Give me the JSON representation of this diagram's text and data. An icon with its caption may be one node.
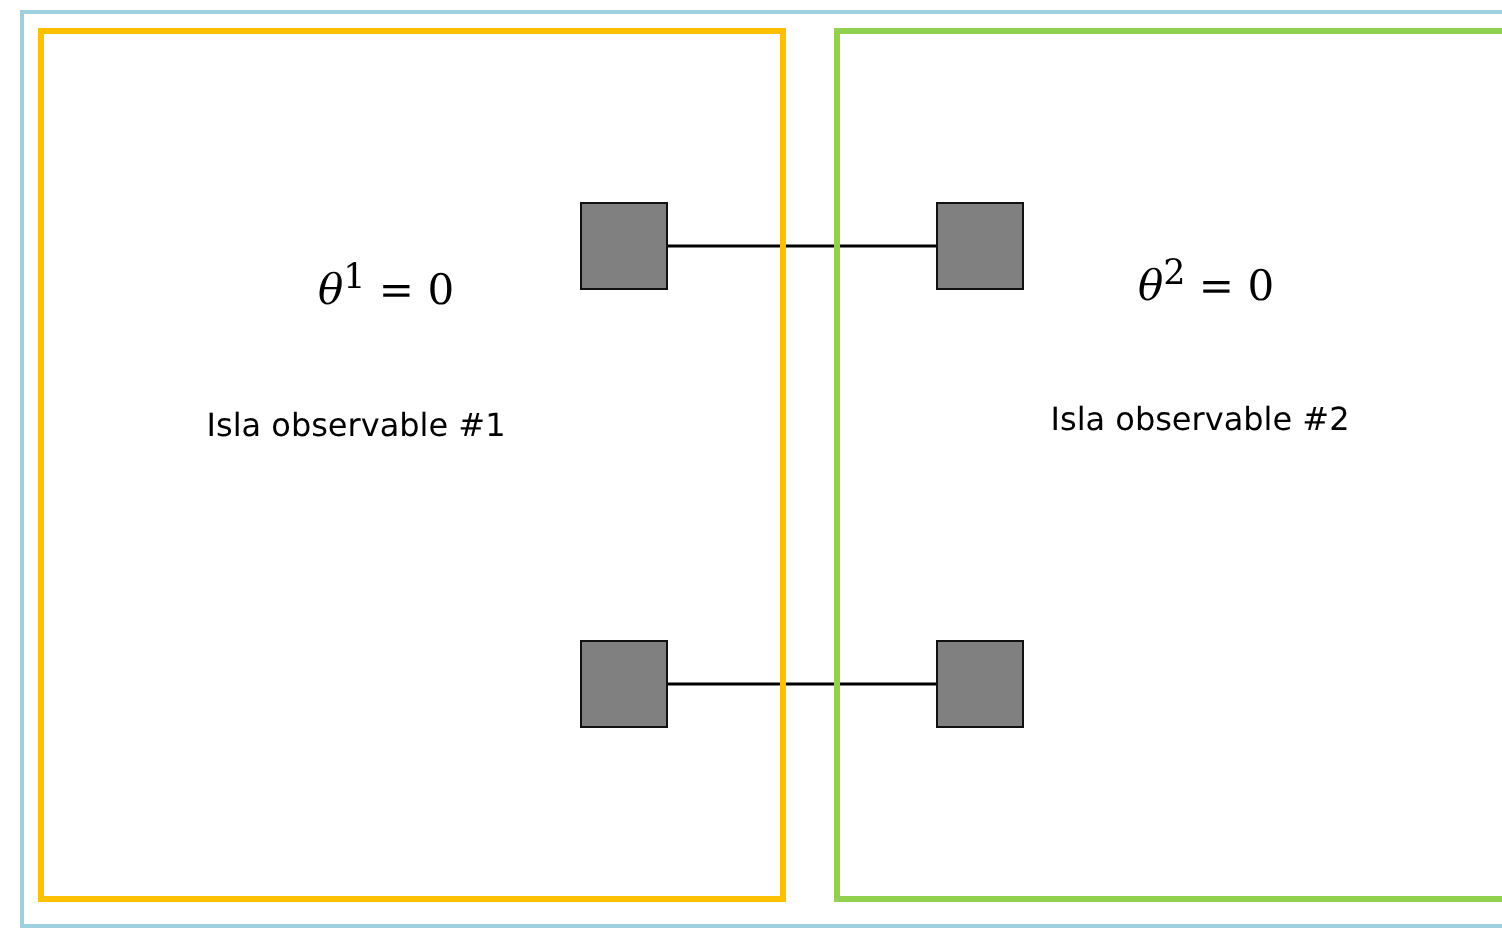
{
  "diagram": {
    "nodes": [
      {
        "text": [],
        "shape": "box"
      },
      {
        "text": [
          "*θ*$^{1}$ = 0",
          "Isla observable #1"
        ],
        "in": 0
      },
      {
        "text": [
          "*θ*$^{2}$ = 0",
          "Isla observable #2"
        ],
        "in": 0
      },
      {
        "text": [],
        "shape": "box",
        "in": 1
      },
      {
        "text": [],
        "shape": "box",
        "in": 2
      },
      {
        "text": [],
        "shape": "box",
        "in": 1
      },
      {
        "text": [],
        "shape": "box",
        "in": 2
      }
    ],
    "edges": [
      {
        "from": 3,
        "to": 4,
        "arrow": "none"
      },
      {
        "from": 5,
        "to": 6,
        "arrow": "none"
      }
    ]
  }
}
